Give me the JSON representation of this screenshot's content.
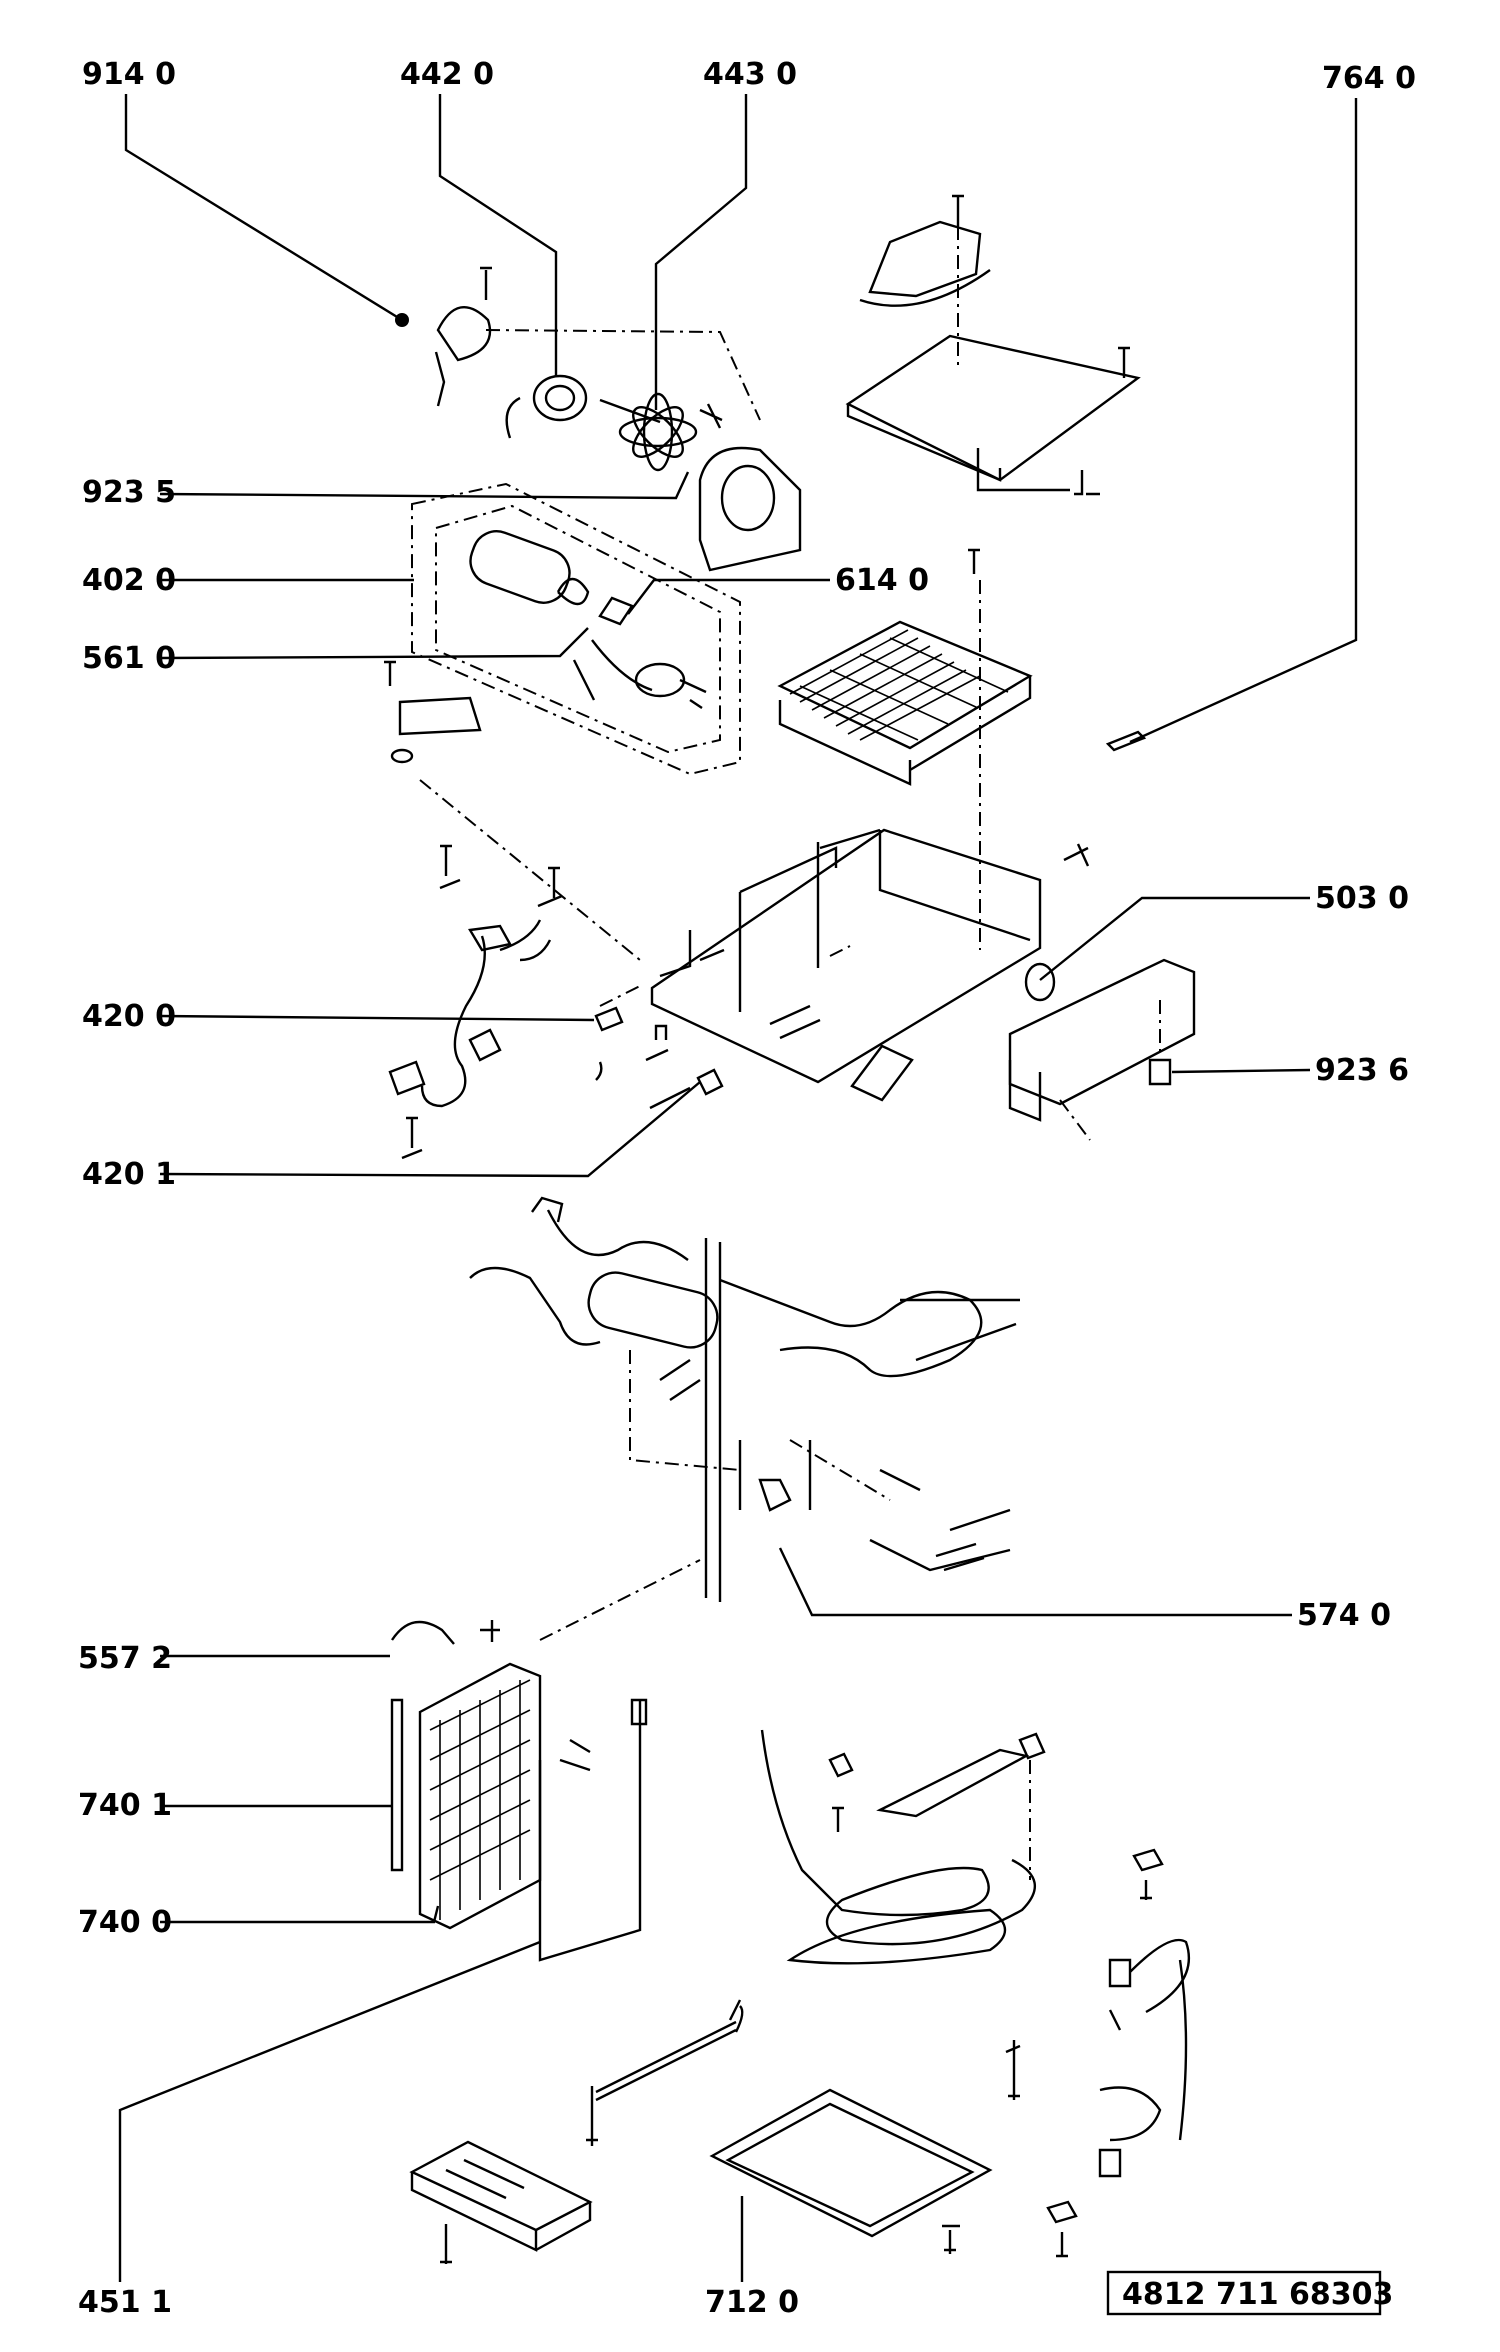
{
  "labels": {
    "l9140": "914 0",
    "l4420": "442 0",
    "l4430": "443 0",
    "l7640": "764 0",
    "l9235": "923 5",
    "l4020": "402 0",
    "l6140": "614 0",
    "l5610": "561 0",
    "l5030": "503 0",
    "l4200": "420 0",
    "l9236": "923 6",
    "l4201": "420 1",
    "l5740": "574 0",
    "l5572": "557 2",
    "l7401": "740 1",
    "l7400": "740 0",
    "l4511": "451 1",
    "l7120": "712 0"
  },
  "doc_number": "4812  711 68303"
}
